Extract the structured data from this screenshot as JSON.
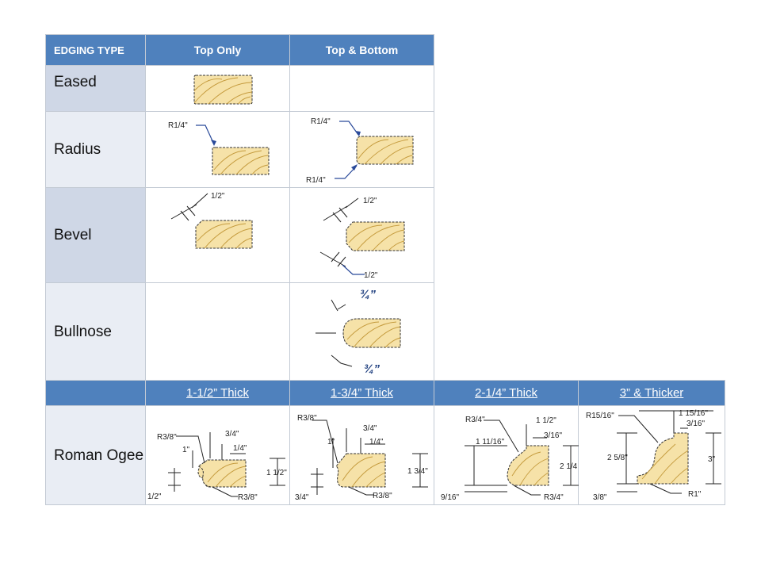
{
  "header": {
    "edging_type": "EDGING TYPE",
    "top_only": "Top Only",
    "top_and_bottom": "Top & Bottom"
  },
  "rows": {
    "eased": "Eased",
    "radius": "Radius",
    "bevel": "Bevel",
    "bullnose": "Bullnose",
    "roman_ogee": "Roman Ogee"
  },
  "thickness_header": [
    "1-1/2” Thick",
    "1-3/4” Thick",
    "2-1/4” Thick",
    "3” & Thicker"
  ],
  "dims": {
    "radius_top": "R1/4\"",
    "radius_tb_top": "R1/4\"",
    "radius_tb_bottom": "R1/4\"",
    "bevel_top": "1/2\"",
    "bevel_tb_top": "1/2\"",
    "bevel_tb_bottom": "1/2\"",
    "bull_top": "¾”",
    "bull_bottom": "¾”",
    "ogee1": [
      "R3/8\"",
      "3/4\"",
      "1\"",
      "1/4\"",
      "1 1/2\"",
      "1/2\"",
      "R3/8\""
    ],
    "ogee2": [
      "R3/8\"",
      "3/4\"",
      "1\"",
      "1/4\"",
      "1 3/4\"",
      "3/4\"",
      "R3/8\""
    ],
    "ogee3": [
      "R3/4\"",
      "1 1/2\"",
      "3/16\"",
      "1 11/16\"",
      "2 1/4",
      "9/16\"",
      "R3/4\""
    ],
    "ogee4": [
      "R15/16\"",
      "1 15/16\"",
      "3/16\"",
      "2 5/8\"",
      "3\"",
      "3/8\"",
      "R1\""
    ]
  }
}
